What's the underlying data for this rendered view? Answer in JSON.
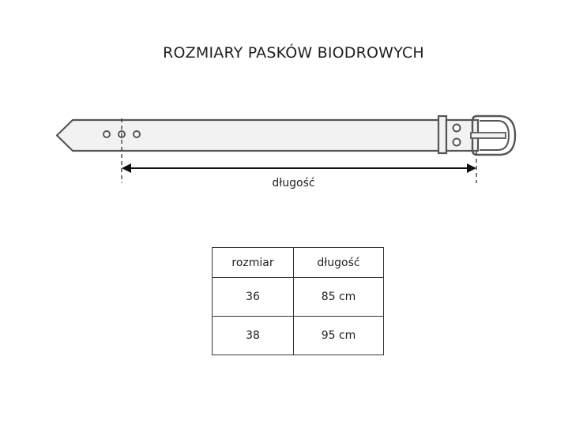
{
  "title": "ROZMIARY PASKÓW BIODROWYCH",
  "measurement": {
    "label": "długość"
  },
  "table": {
    "headers": [
      "rozmiar",
      "długość"
    ],
    "rows": [
      [
        "36",
        "85 cm"
      ],
      [
        "38",
        "95 cm"
      ]
    ]
  },
  "colors": {
    "belt_fill": "#f2f2f2",
    "outline": "#555555",
    "arrow": "#111111"
  }
}
